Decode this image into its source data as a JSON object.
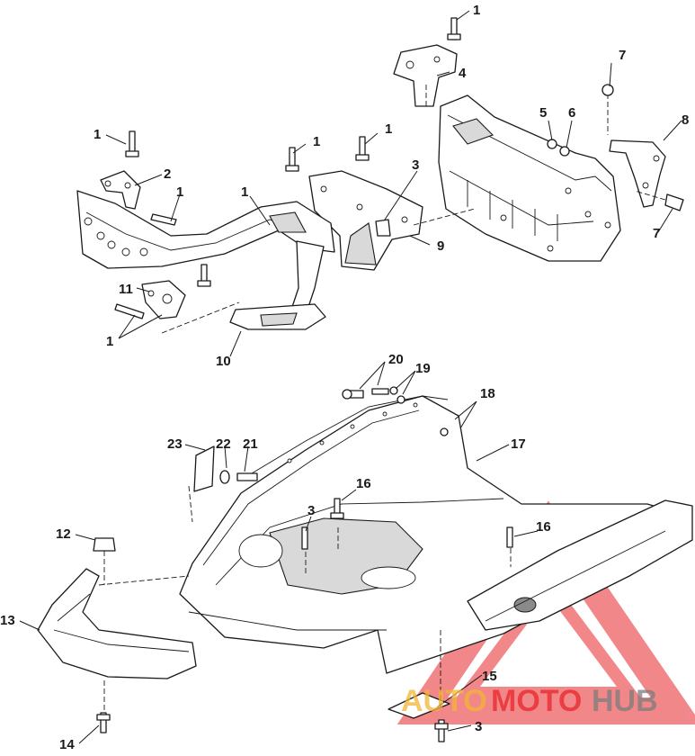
{
  "callouts": {
    "c1a": "1",
    "c1b": "1",
    "c1c": "1",
    "c1d": "1",
    "c1e": "1",
    "c1f": "1",
    "c1g": "1",
    "c2": "2",
    "c3a": "3",
    "c3b": "3",
    "c3c": "3",
    "c4": "4",
    "c5": "5",
    "c6": "6",
    "c7a": "7",
    "c7b": "7",
    "c8": "8",
    "c9": "9",
    "c10": "10",
    "c11": "11",
    "c12": "12",
    "c13": "13",
    "c14": "14",
    "c15": "15",
    "c16a": "16",
    "c16b": "16",
    "c17": "17",
    "c18": "18",
    "c19": "19",
    "c20": "20",
    "c21": "21",
    "c22": "22",
    "c23": "23"
  },
  "watermark": {
    "brand_a": "AUTO",
    "brand_b": "MOTO",
    "brand_c": "HUB",
    "color_red": "#e8262b",
    "color_gold": "#f2b534",
    "color_gray": "#7d7d7d"
  }
}
